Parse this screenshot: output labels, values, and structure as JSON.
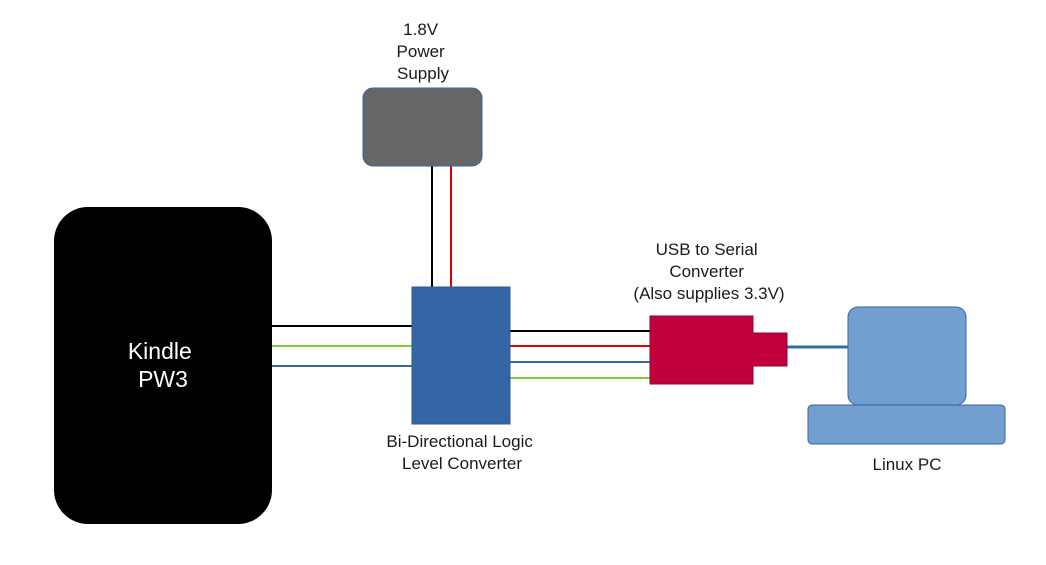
{
  "power_supply": {
    "lines": [
      "1.8V",
      "Power",
      "Supply"
    ]
  },
  "kindle": {
    "lines": [
      "Kindle",
      "PW3"
    ]
  },
  "level_converter": {
    "lines": [
      "Bi-Directional Logic",
      "Level Converter"
    ]
  },
  "usb_serial": {
    "lines": [
      "USB to Serial",
      "Converter",
      "(Also supplies 3.3V)"
    ]
  },
  "linux_pc": {
    "label": "Linux PC"
  },
  "colors": {
    "kindle": "#000000",
    "power_supply": "#666666",
    "level_converter": "#3465a4",
    "usb_serial": "#c0003c",
    "linux_pc": "#729fcf",
    "wire_black": "#000000",
    "wire_red": "#e00000",
    "wire_green": "#7fcc2f",
    "wire_blue": "#3a6a96",
    "usb_cable": "#2f6aa3"
  }
}
